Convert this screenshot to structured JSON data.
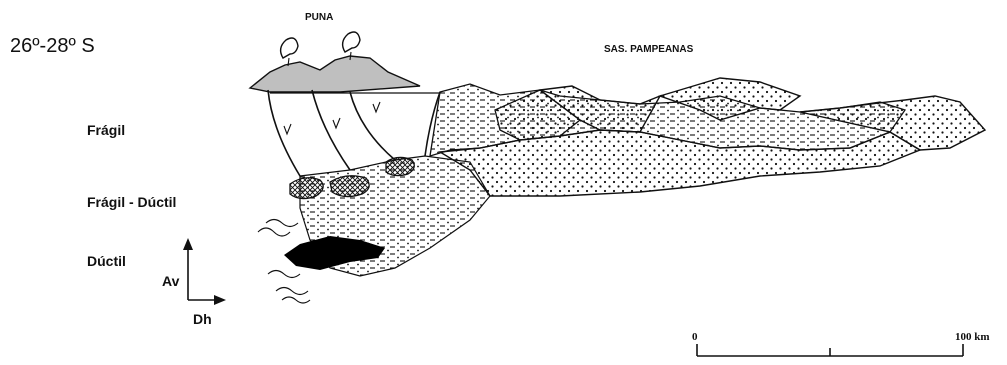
{
  "title": "26º-28º S",
  "top_labels": {
    "puna": "PUNA",
    "sierras": "SAS. PAMPEANAS"
  },
  "depth_zones": {
    "fragil": "Frágil",
    "fragil_ductil": "Frágil - Dúctil",
    "ductil": "Dúctil"
  },
  "axes": {
    "vertical": "Av",
    "horizontal": "Dh"
  },
  "scale": {
    "start": "0",
    "end": "100 km"
  },
  "colors": {
    "ink": "#111111",
    "volcano_fill": "#bfbfbf",
    "magma_fill": "#000000",
    "background": "#ffffff"
  }
}
